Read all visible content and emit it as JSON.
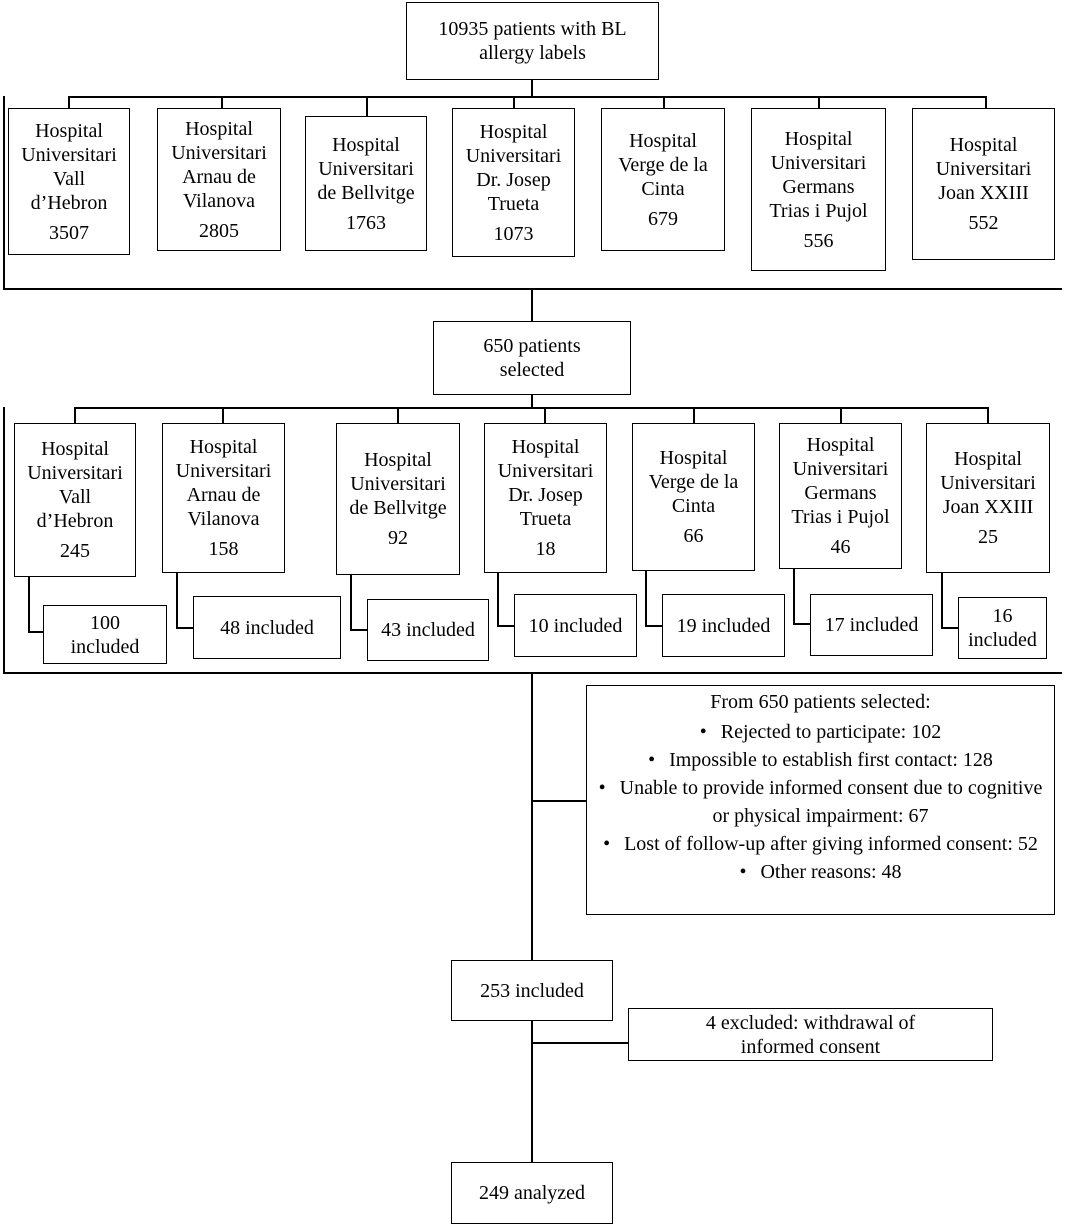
{
  "top": {
    "label": "10935 patients with BL allergy labels"
  },
  "hospitals_all": [
    {
      "name": "Hospital\nUniversitari\nVall\nd’Hebron",
      "count": "3507"
    },
    {
      "name": "Hospital\nUniversitari\nArnau de\nVilanova",
      "count": "2805"
    },
    {
      "name": "Hospital\nUniversitari\nde Bellvitge",
      "count": "1763"
    },
    {
      "name": "Hospital\nUniversitari\nDr. Josep\nTrueta",
      "count": "1073"
    },
    {
      "name": "Hospital\nVerge de la\nCinta",
      "count": "679"
    },
    {
      "name": "Hospital\nUniversitari\nGermans\nTrias i Pujol",
      "count": "556"
    },
    {
      "name": "Hospital\nUniversitari\nJoan XXIII",
      "count": "552"
    }
  ],
  "selected": {
    "label": "650 patients selected"
  },
  "hospitals_selected": [
    {
      "name": "Hospital\nUniversitari\nVall\nd’Hebron",
      "count": "245",
      "included": "100 included"
    },
    {
      "name": "Hospital\nUniversitari\nArnau de\nVilanova",
      "count": "158",
      "included": "48 included"
    },
    {
      "name": "Hospital\nUniversitari\nde Bellvitge",
      "count": "92",
      "included": "43 included"
    },
    {
      "name": "Hospital\nUniversitari\nDr. Josep\nTrueta",
      "count": "18",
      "included": "10 included"
    },
    {
      "name": "Hospital\nVerge de la\nCinta",
      "count": "66",
      "included": "19 included"
    },
    {
      "name": "Hospital\nUniversitari\nGermans\nTrias i Pujol",
      "count": "46",
      "included": "17 included"
    },
    {
      "name": "Hospital\nUniversitari\nJoan XXIII",
      "count": "25",
      "included": "16 included"
    }
  ],
  "reasons": {
    "title": "From 650 patients selected:",
    "items": [
      "Rejected to participate: 102",
      "Impossible to establish first contact: 128",
      "Unable to provide informed consent due to cognitive or physical impairment: 67",
      "Lost of follow-up after giving informed consent: 52",
      "Other reasons: 48"
    ]
  },
  "included": {
    "label": "253 included"
  },
  "excluded": {
    "label": "4 excluded: withdrawal of informed consent"
  },
  "analyzed": {
    "label": "249 analyzed"
  }
}
